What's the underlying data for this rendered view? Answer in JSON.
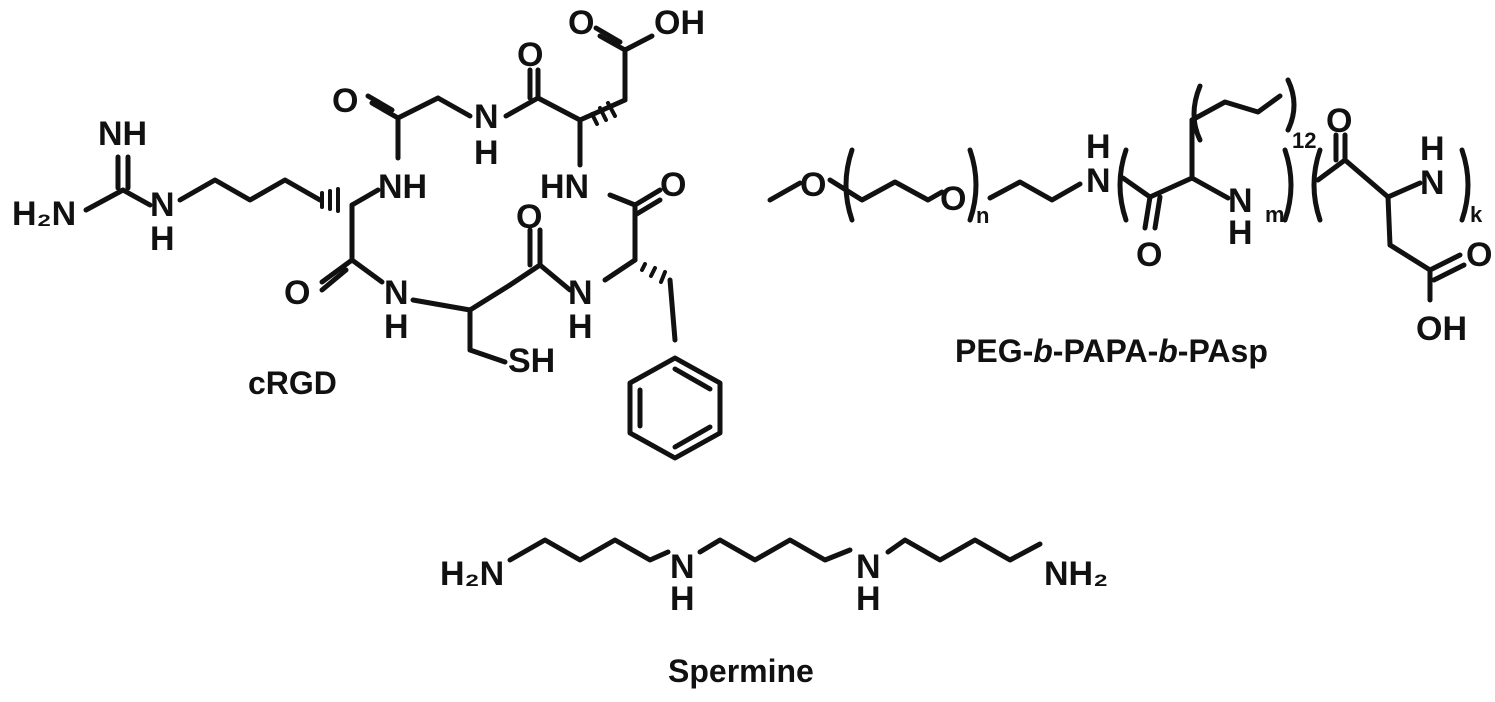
{
  "molecules": {
    "crgd": {
      "name": "cRGD",
      "atoms": {
        "nh_imine": "NH",
        "h2n_guan": "H₂N",
        "n_guan": "N",
        "h_guan": "H",
        "o_gly": "O",
        "n_gly": "N",
        "h_gly": "H",
        "o_acid": "O",
        "oh_acid": "OH",
        "o_asp": "O",
        "nh_arg": "NH",
        "hn_asp": "HN",
        "o_phe": "O",
        "o_arg": "O",
        "n_cys": "N",
        "h_cys": "H",
        "o_cys": "O",
        "n_phe": "N",
        "h_phe": "H",
        "sh": "SH"
      }
    },
    "peg": {
      "name_parts": [
        "PEG-",
        "b",
        "-PAPA-",
        "b",
        "-PAsp"
      ],
      "atoms": {
        "o_ether1": "O",
        "o_ether2": "O",
        "n_amide1": "N",
        "h_amide1": "H",
        "o_carb1": "O",
        "n_amide2": "N",
        "h_amide2": "H",
        "o_carb2": "O",
        "n_amide3": "N",
        "h_amide3": "H",
        "o_acid": "O",
        "oh_acid": "OH"
      },
      "subscripts": {
        "n": "n",
        "m": "m",
        "k": "k",
        "chain": "12"
      }
    },
    "spermine": {
      "name": "Spermine",
      "atoms": {
        "h2n": "H₂N",
        "n1": "N",
        "h1": "H",
        "n2": "N",
        "h2": "H",
        "nh2": "NH₂"
      }
    }
  }
}
